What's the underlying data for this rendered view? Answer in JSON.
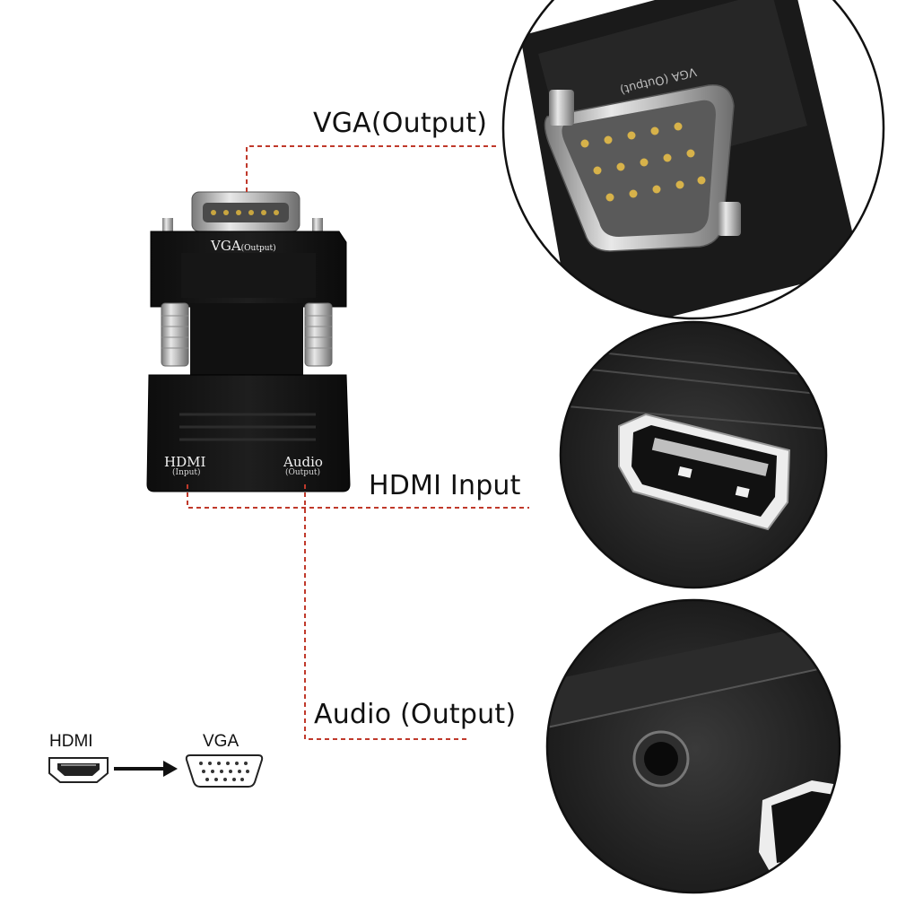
{
  "callouts": {
    "vga": "VGA(Output)",
    "hdmi": "HDMI Input",
    "audio": "Audio (Output)"
  },
  "adapter_body": {
    "vga_label": "VGA",
    "vga_sub": "(Output)",
    "hdmi_label": "HDMI",
    "hdmi_sub": "(Input)",
    "audio_label": "Audio",
    "audio_sub": "(Output)"
  },
  "zoom_vga_text": "VGA (Output)",
  "legend": {
    "from": "HDMI",
    "to": "VGA"
  },
  "colors": {
    "leader_line": "#c0392b",
    "device_body": "#141414",
    "background": "#ffffff"
  }
}
